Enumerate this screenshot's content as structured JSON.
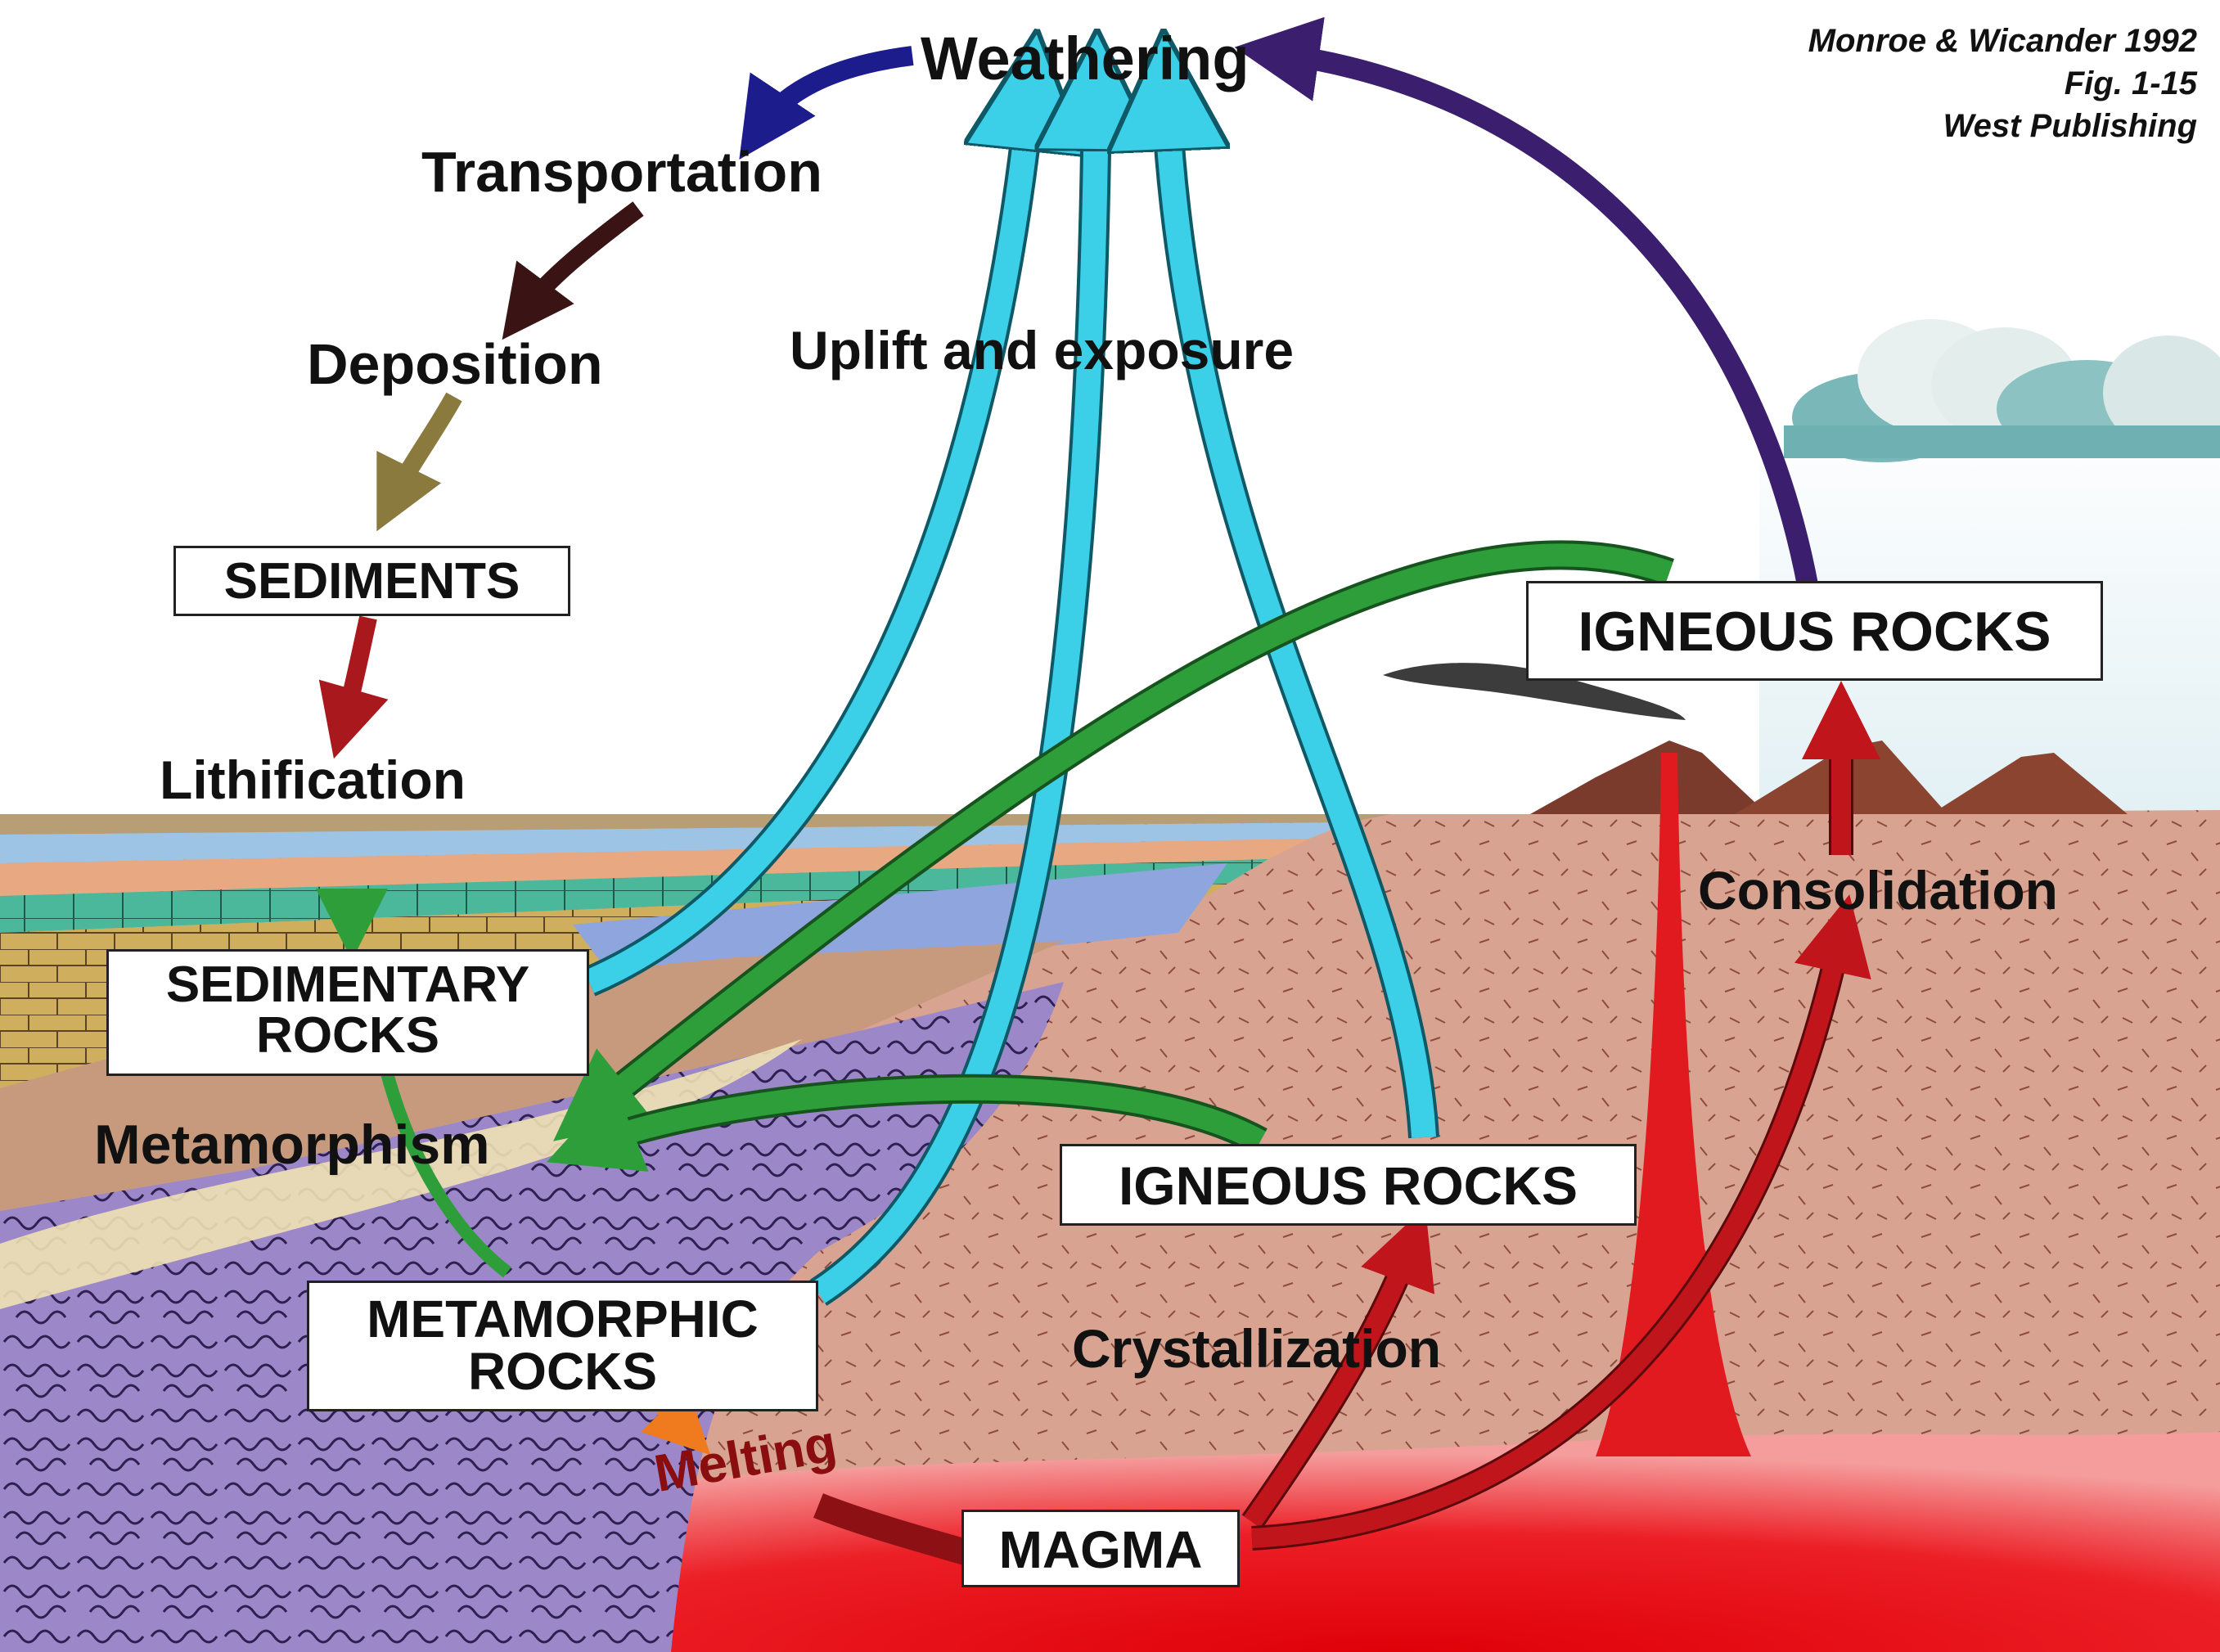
{
  "citation": {
    "line1": "Monroe & Wicander 1992",
    "line2": "Fig. 1-15",
    "line3": "West Publishing"
  },
  "labels": {
    "weathering": "Weathering",
    "transportation": "Transportation",
    "deposition": "Deposition",
    "lithification": "Lithification",
    "uplift": "Uplift and exposure",
    "metamorphism": "Metamorphism",
    "melting": "Melting",
    "crystallization": "Crystallization",
    "consolidation": "Consolidation"
  },
  "boxes": {
    "sediments": "SEDIMENTS",
    "sedimentary_line1": "SEDIMENTARY",
    "sedimentary_line2": "ROCKS",
    "metamorphic_line1": "METAMORPHIC",
    "metamorphic_line2": "ROCKS",
    "igneous_extrusive": "IGNEOUS ROCKS",
    "igneous_intrusive": "IGNEOUS ROCKS",
    "magma": "MAGMA"
  },
  "colors": {
    "uplift_arrow": "#3ccfe8",
    "metamorphism_arrow": "#2e9e3a",
    "weathering_arrow": "#3b1e6e",
    "transport_arrow": "#1c1c8c",
    "magma_arrow": "#c0161b",
    "deposition_arrow": "#8a7a3e",
    "lithification_arrow": "#a8181c",
    "melting_arrow": "#f07a1e",
    "magma_zone": "#e8121a",
    "crust": "#d9a591",
    "metamorphic_rock": "#9a86c8",
    "sky": "#e6f3f6"
  }
}
